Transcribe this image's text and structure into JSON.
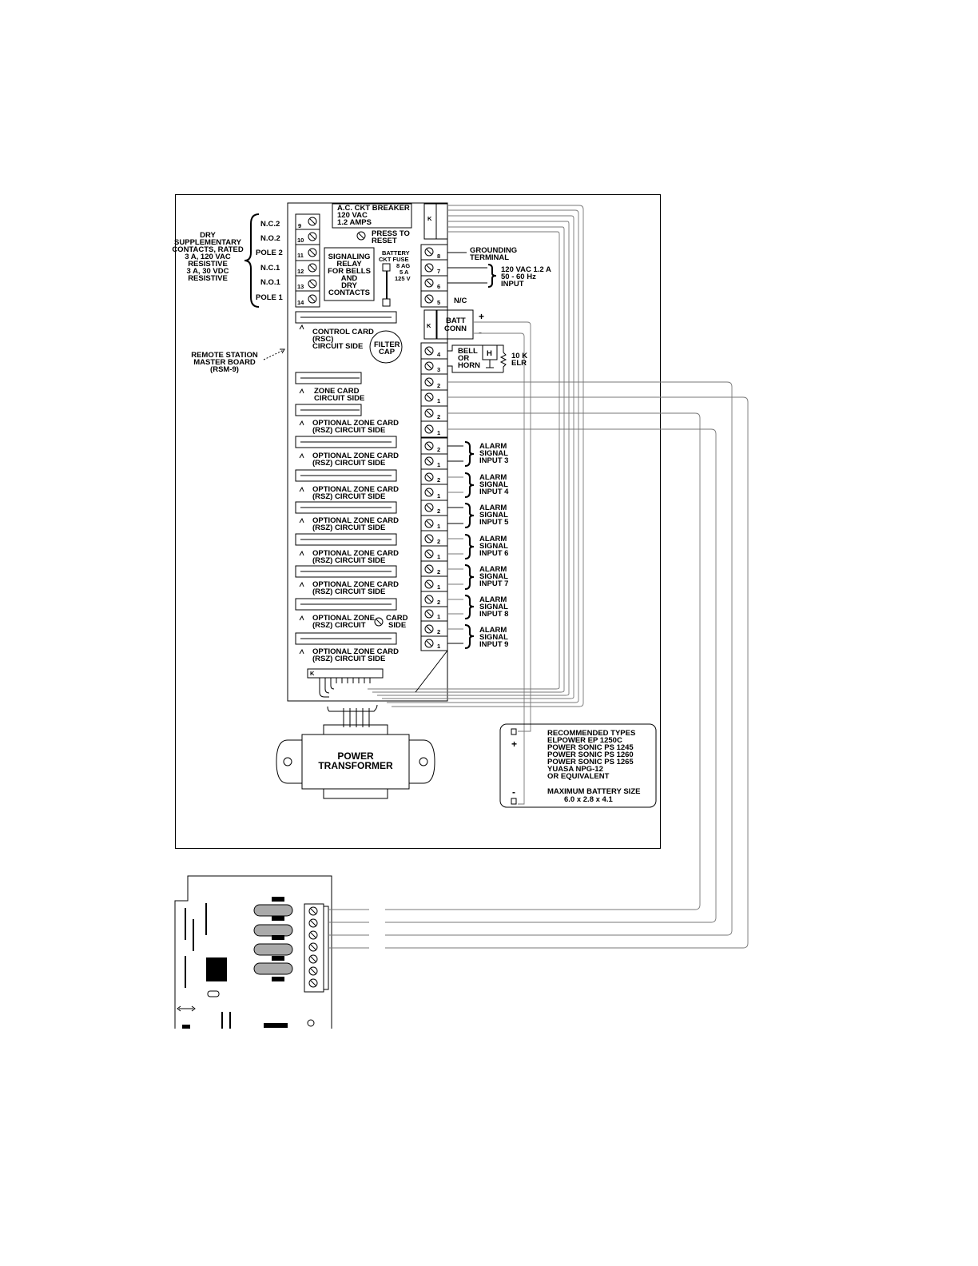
{
  "dry_contacts": {
    "terminal_labels": [
      "N.C.2",
      "N.O.2",
      "POLE 2",
      "N.C.1",
      "N.O.1",
      "POLE 1"
    ],
    "terminal_numbers": [
      "9",
      "10",
      "11",
      "12",
      "13",
      "14"
    ],
    "description": [
      "DRY",
      "SUPPLEMENTARY",
      "CONTACTS, RATED",
      "3 A, 120 VAC",
      "RESISTIVE",
      "3 A, 30 VDC",
      "RESISTIVE"
    ]
  },
  "breaker": {
    "lines": [
      "A.C. CKT BREAKER",
      "120 VAC",
      "1.2 AMPS"
    ],
    "reset_lines": [
      "PRESS TO",
      "RESET"
    ]
  },
  "relay": {
    "lines": [
      "SIGNALING",
      "RELAY",
      "FOR BELLS",
      "AND",
      "DRY",
      "CONTACTS"
    ]
  },
  "fuse": {
    "lines": [
      "BATTERY",
      "CKT FUSE"
    ],
    "specs": [
      "8 AG",
      "5 A",
      "125 V"
    ]
  },
  "grounding": {
    "lines": [
      "GROUNDING",
      "TERMINAL"
    ]
  },
  "ac_input": {
    "lines": [
      "120 VAC   1.2 A",
      "50 - 60 Hz",
      "INPUT"
    ]
  },
  "nc_label": "N/C",
  "batt_conn": {
    "lines": [
      "BATT",
      "CONN"
    ],
    "plus": "+",
    "minus": "-"
  },
  "top_terminals": [
    "8",
    "7",
    "6",
    "5"
  ],
  "bell": {
    "lines": [
      "BELL",
      "OR",
      "HORN"
    ],
    "h_label": "H",
    "elr": [
      "10 K",
      "ELR"
    ]
  },
  "mid_terminals": [
    "4",
    "3",
    "2",
    "1",
    "2",
    "1"
  ],
  "alarm_inputs": [
    {
      "lines": [
        "ALARM",
        "SIGNAL",
        "INPUT  3"
      ]
    },
    {
      "lines": [
        "ALARM",
        "SIGNAL",
        "INPUT  4"
      ]
    },
    {
      "lines": [
        "ALARM",
        "SIGNAL",
        "INPUT  5"
      ]
    },
    {
      "lines": [
        "ALARM",
        "SIGNAL",
        "INPUT  6"
      ]
    },
    {
      "lines": [
        "ALARM",
        "SIGNAL",
        "INPUT  7"
      ]
    },
    {
      "lines": [
        "ALARM",
        "SIGNAL",
        "INPUT  8"
      ]
    },
    {
      "lines": [
        "ALARM",
        "SIGNAL",
        "INPUT  9"
      ]
    }
  ],
  "pair_numbers": [
    "2",
    "1"
  ],
  "control_card": {
    "lines": [
      "CONTROL  CARD",
      "(RSC)",
      "CIRCUIT  SIDE"
    ]
  },
  "filter_cap": {
    "lines": [
      "FILTER",
      "CAP"
    ]
  },
  "master_board": {
    "lines": [
      "REMOTE STATION",
      "MASTER BOARD",
      "(RSM-9)"
    ]
  },
  "zone_card": {
    "lines": [
      "ZONE  CARD",
      "CIRCUIT  SIDE"
    ]
  },
  "optional_cards": [
    {
      "lines": [
        "OPTIONAL ZONE  CARD",
        "(RSZ)  CIRCUIT  SIDE"
      ]
    },
    {
      "lines": [
        "OPTIONAL  ZONE  CARD",
        "(RSZ)  CIRCUIT  SIDE"
      ]
    },
    {
      "lines": [
        "OPTIONAL  ZONE  CARD",
        "(RSZ)  CIRCUIT  SIDE"
      ]
    },
    {
      "lines": [
        "OPTIONAL  ZONE  CARD",
        "(RSZ)  CIRCUIT  SIDE"
      ]
    },
    {
      "lines": [
        "OPTIONAL  ZONE  CARD",
        "(RSZ)  CIRCUIT  SIDE"
      ]
    },
    {
      "lines": [
        "OPTIONAL  ZONE  CARD",
        "(RSZ)  CIRCUIT  SIDE"
      ]
    },
    {
      "lines": [
        "OPTIONAL ZONE",
        "(RSZ)  CIRCUIT"
      ],
      "extra": [
        "CARD",
        "SIDE"
      ]
    },
    {
      "lines": [
        "OPTIONAL  ZONE  CARD",
        "(RSZ)  CIRCUIT  SIDE"
      ]
    }
  ],
  "transformer": {
    "lines": [
      "POWER",
      "TRANSFORMER"
    ]
  },
  "battery": {
    "lines": [
      "RECOMMENDED TYPES",
      "ELPOWER EP 1250C",
      "POWER SONIC PS 1245",
      "POWER SONIC PS 1260",
      "POWER SONIC PS 1265",
      "YUASA NPG-12",
      "OR EQUIVALENT"
    ],
    "size_lines": [
      "MAXIMUM BATTERY SIZE",
      "6.0  x  2.8  x  4.1"
    ],
    "plus": "+",
    "minus": "-"
  },
  "connector_letter": "K"
}
